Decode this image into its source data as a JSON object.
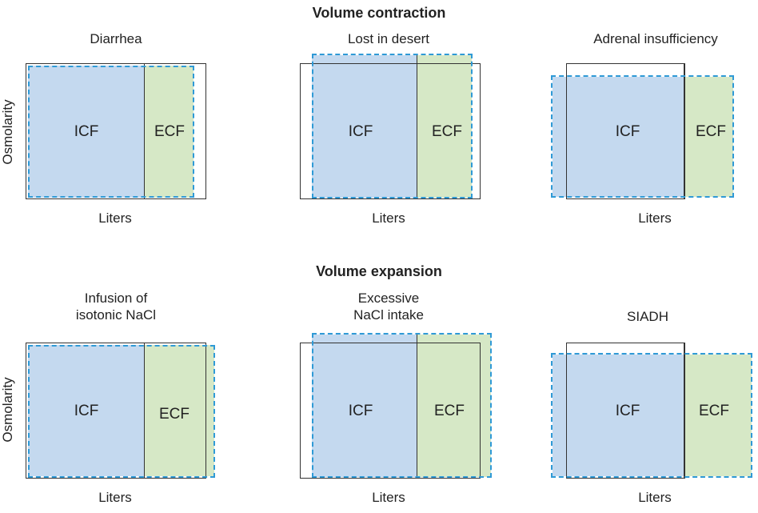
{
  "sections": {
    "contraction": "Volume contraction",
    "expansion": "Volume expansion"
  },
  "axes": {
    "x": "Liters",
    "y": "Osmolarity"
  },
  "compartments": {
    "icf": "ICF",
    "ecf": "ECF"
  },
  "panels": [
    {
      "title": "Diarrhea"
    },
    {
      "title": "Lost in desert"
    },
    {
      "title": "Adrenal insufficiency"
    },
    {
      "title": "Infusion of\nisotonic NaCl"
    },
    {
      "title": "Excessive\nNaCl intake"
    },
    {
      "title": "SIADH"
    }
  ],
  "colors": {
    "icf_fill": "#c4d9ef",
    "ecf_fill": "#d6e8c6",
    "dashed_border": "#2f9ad6",
    "original_border": "#333333"
  }
}
